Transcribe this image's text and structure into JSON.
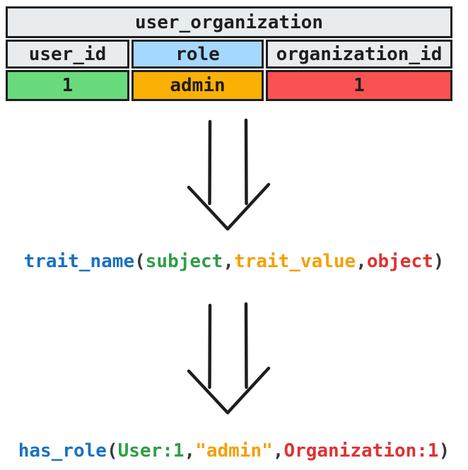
{
  "colors": {
    "ink": "#1e1e1e",
    "dark_text": "#343a40",
    "blue_text": "#1971c2",
    "green_text": "#2f9e44",
    "orange_text": "#f59f00",
    "red_text": "#e03131",
    "fill_gray": "#e9ecef",
    "fill_blue": "#a5d8ff",
    "fill_green": "#69db7c",
    "fill_orange": "#fab005",
    "fill_red": "#fa5252"
  },
  "icons": {
    "arrow_1": "double-shaft-down-arrow",
    "arrow_2": "double-shaft-down-arrow"
  },
  "table": {
    "title": "user_organization",
    "columns": [
      {
        "label": "user_id",
        "fill": "fill_gray"
      },
      {
        "label": "role",
        "fill": "fill_blue"
      },
      {
        "label": "organization_id",
        "fill": "fill_gray"
      }
    ],
    "row": [
      {
        "value": "1",
        "fill": "fill_green"
      },
      {
        "value": "admin",
        "fill": "fill_orange"
      },
      {
        "value": "1",
        "fill": "fill_red"
      }
    ]
  },
  "mapping_line": {
    "tokens": [
      {
        "text": "trait_name",
        "color": "blue_text"
      },
      {
        "text": "(",
        "color": "dark_text"
      },
      {
        "text": "subject",
        "color": "green_text"
      },
      {
        "text": ",",
        "color": "dark_text"
      },
      {
        "text": "trait_value",
        "color": "orange_text"
      },
      {
        "text": ",",
        "color": "dark_text"
      },
      {
        "text": "object",
        "color": "red_text"
      },
      {
        "text": ")",
        "color": "dark_text"
      }
    ]
  },
  "fact_line": {
    "tokens": [
      {
        "text": "has_role",
        "color": "blue_text"
      },
      {
        "text": "(",
        "color": "dark_text"
      },
      {
        "text": "User:1",
        "color": "green_text"
      },
      {
        "text": ",",
        "color": "dark_text"
      },
      {
        "text": "\"admin\"",
        "color": "orange_text"
      },
      {
        "text": ",",
        "color": "dark_text"
      },
      {
        "text": "Organization:1",
        "color": "red_text"
      },
      {
        "text": ")",
        "color": "dark_text"
      }
    ]
  }
}
